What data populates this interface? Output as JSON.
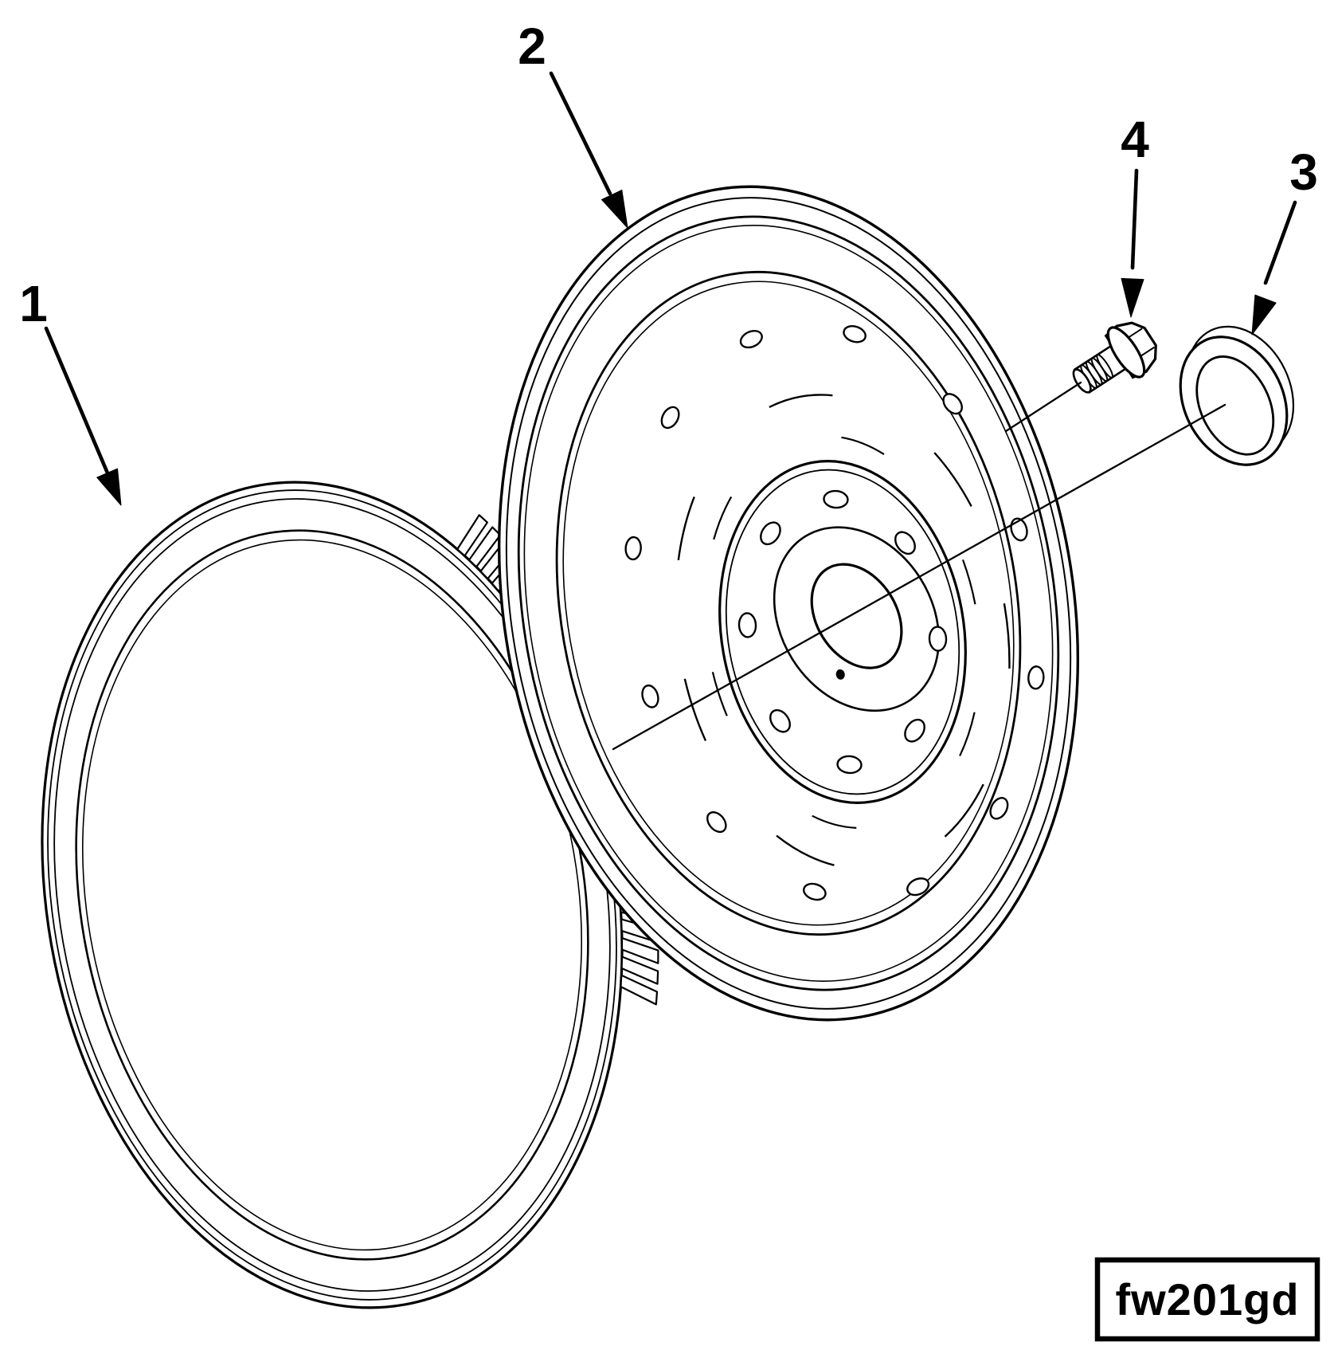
{
  "diagram": {
    "figure_code": "fw201gd",
    "callouts": [
      {
        "number": "1"
      },
      {
        "number": "2"
      },
      {
        "number": "3"
      },
      {
        "number": "4"
      }
    ],
    "colors": {
      "ink": "#000000",
      "background": "#ffffff"
    }
  }
}
